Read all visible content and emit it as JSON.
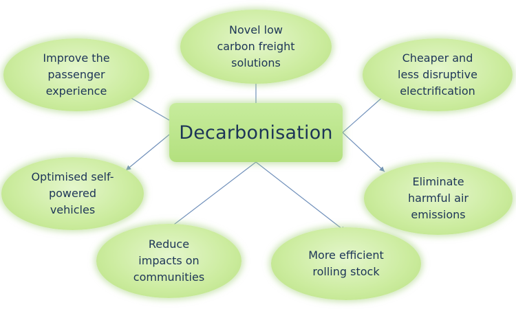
{
  "center": {
    "label": "Decarbonisation"
  },
  "nodes": {
    "top": "Novel low\ncarbon freight\nsolutions",
    "upper_left": "Improve the\npassenger\nexperience",
    "upper_right": "Cheaper and\nless disruptive\nelectrification",
    "middle_left": "Optimised self-\npowered\nvehicles",
    "middle_right": "Eliminate\nharmful air\nemissions",
    "bottom_left": "Reduce\nimpacts on\ncommunities",
    "bottom_right": "More efficient\nrolling stock"
  },
  "colors": {
    "text": "#1c3457",
    "arrow": "#6f8fba",
    "node_fill": "#ccec9f",
    "center_fill": "#b3e07e"
  }
}
